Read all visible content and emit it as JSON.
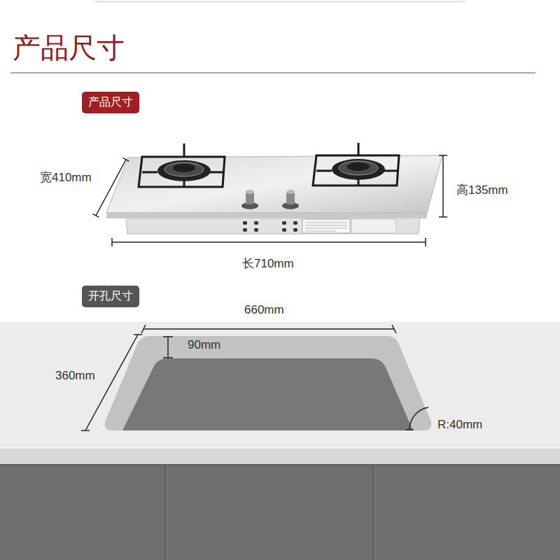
{
  "diagram": {
    "title": "产品尺寸",
    "nodes": [
      {
        "text": [
          "产品尺寸"
        ]
      },
      {
        "text": [
          "开孔尺寸"
        ]
      }
    ],
    "labels": [
      "宽410mm",
      "高135mm",
      "长710mm",
      "660mm",
      "360mm",
      "90mm",
      "R:40mm"
    ]
  }
}
